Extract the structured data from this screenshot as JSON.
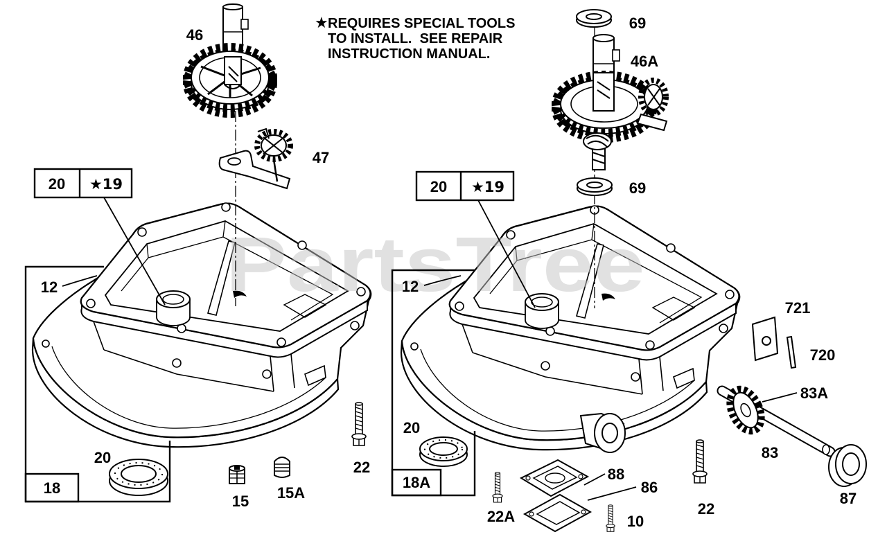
{
  "note": {
    "star": "★",
    "line1": "REQUIRES SPECIAL TOOLS",
    "line2": "TO INSTALL.  SEE REPAIR",
    "line3": "INSTRUCTION MANUAL."
  },
  "watermark": "PartsTree",
  "left": {
    "box_part_a": "20",
    "box_part_b": "★19",
    "camshaft": "46",
    "governor": "47",
    "gasket": "12",
    "kit": "18",
    "seal": "20",
    "plug": "15",
    "plug_alt": "15A",
    "screw": "22"
  },
  "right": {
    "washer_top": "69",
    "camshaft": "46A",
    "washer_bottom": "69",
    "box_part_a": "20",
    "box_part_b": "★19",
    "gasket": "12",
    "kit": "18A",
    "seal": "20",
    "bracket": "721",
    "pin": "720",
    "gear": "83A",
    "shaft": "83",
    "shaft_seal": "87",
    "plate_upper": "88",
    "plate_lower": "86",
    "screw_small": "22A",
    "screw_short": "10",
    "screw": "22"
  }
}
